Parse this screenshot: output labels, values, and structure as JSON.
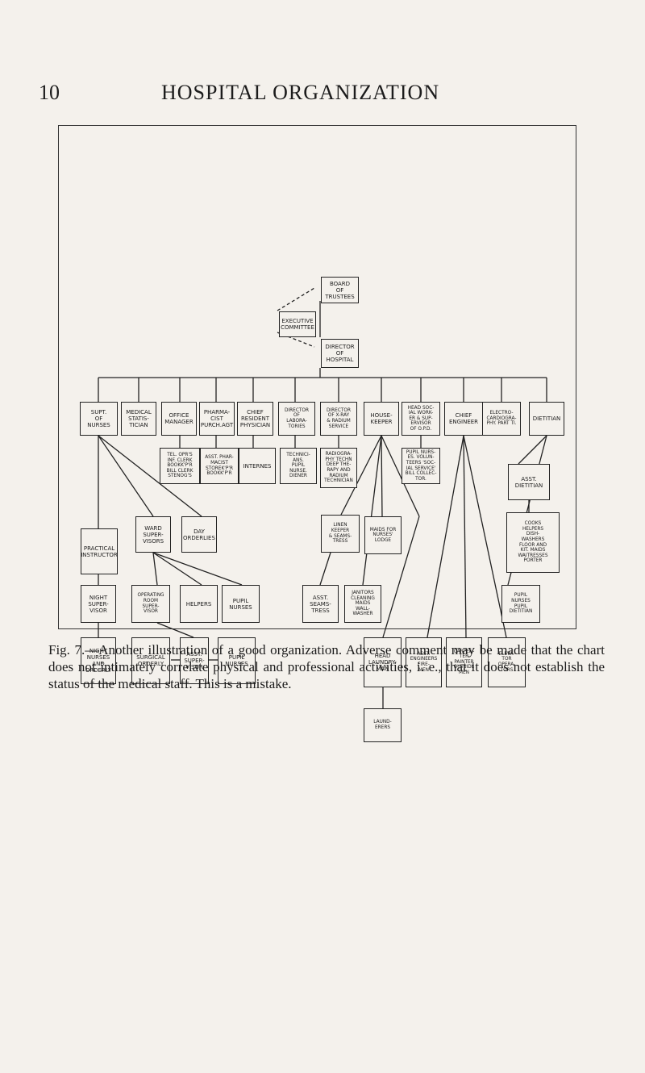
{
  "page": {
    "number": "10",
    "header": "HOSPITAL ORGANIZATION"
  },
  "chart": {
    "board": "BOARD\nOF\nTRUSTEES",
    "executive_committee": "EXECUTIVE\nCOMMITTEE",
    "director": "DIRECTOR\nOF\nHOSPITAL",
    "department_heads": [
      "SUPT.\nOF\nNURSES",
      "MEDICAL\nSTATIS-\nTICIAN",
      "OFFICE\nMANAGER",
      "PHARMA-\nCIST\nPURCH.AGT",
      "CHIEF\nRESIDENT\nPHYSICIAN",
      "DIRECTOR\nOF\nLABORA-\nTORIES",
      "DIRECTOR\nOF X-RAY\n& RADIUM\nSERVICE",
      "HOUSE-\nKEEPER",
      "HEAD SOC-\nIAL WORK-\nER & SUP-\nERVISOR\nOF O.P.D.",
      "CHIEF\nENGINEER",
      "ELECTRO-\nCARDIOGRA-\nPHY. PART TI.",
      "DIETITIAN"
    ],
    "office_staff": "TEL. OPR'S\nINF. CLERK\nBOOKK'P'R\nBILL CLERK\nSTENOG'S",
    "asst_pharmacist": "ASST. PHAR-\nMACIST\nSTOREK'P'R\nBOOKK'P'R",
    "internes": "INTERNES",
    "lab_technicians": "TECHNICI-\nANS.\nPUPIL\nNURSE.\nDIENER",
    "radiographers": "RADIOGRA-\nPHY TECHN\nDEEP THE-\nRAPY AND\nRADIUM\nTECHNICIAN",
    "social_service": "PUPIL NURS-\nES. VOLUN-\nTEERS 'SOC-\nIAL SERVICE'\nBILL COLLEC-\nTOR.",
    "asst_dietitian": "ASST.\nDIETITIAN",
    "kitchen_staff": "COOKS\nHELPERS\nDISH-\nWASHERS\nFLOOR AND\nKIT. MAIDS\nWAITRESSES\nPORTER",
    "practical_instructor": "PRACTICAL\nINSTRUCTOR",
    "ward_supervisors": "WARD\nSUPER-\nVISORS",
    "day_orderlies": "DAY\nORDERLIES",
    "linen_keeper": "LINEN\nKEEPER\n& SEAMS-\nTRESS",
    "maids": "MAIDS FOR\nNURSES'\nLODGE",
    "night_supervisor": "NIGHT\nSUPER-\nVISOR",
    "or_supervisor": "OPERATING\nROOM\nSUPER-\nVISOR",
    "helpers": "HELPERS",
    "pupil_nurses_ward": "PUPIL\nNURSES",
    "asst_seamstress": "ASST.\nSEAMS-\nTRESS",
    "janitors": "JANITORS\nCLEANING\nMAIDS\nWALL-\nWASHER",
    "pupil_nurses_diet": "PUPIL\nNURSES\nPUPIL\nDIETITIAN",
    "night_nurses": "NIGHT\nNURSES\nAND\nORDERLY",
    "surgical_orderly": "SURGICAL\nORDERLY",
    "asst_supervisor": "ASST.\nSUPER-\nVISOR",
    "pupil_nurses_or": "PUPIL\nNURSES",
    "head_laundryman": "HEAD\nLAUNDRY-\nMAN",
    "asst_engineers": "ASST.\nENGINEERS\nFIRE-\nMEN",
    "carpenter": "CARPEN-\nTER\nPAINTER\nOUTSIDE\nMEN",
    "elevator": "ELEVA-\nTOR\nOPERA-\nTORS",
    "launderers": "LAUND-\nERERS"
  },
  "caption": "Fig. 7.—Another illustration of a good organization. Adverse comment may be made that the chart does not intimately correlate physical and professional activities, i. e., that it does not establish the status of the medical staff. This is a mistake."
}
